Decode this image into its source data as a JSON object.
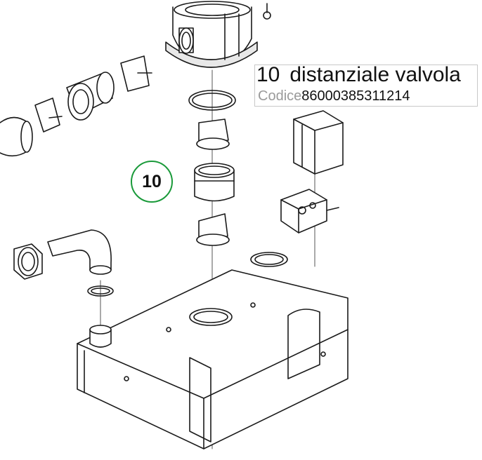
{
  "part": {
    "number": "10",
    "name": "distanziale valvola",
    "code_label": "Codice",
    "code_value": "86000385311214"
  },
  "callout": {
    "label": "10",
    "color": "#1a9a3a"
  },
  "drawing_parts": [
    "valve-body",
    "union-nut",
    "valve-flap",
    "o-ring",
    "valve-spacer",
    "elbow-pipe",
    "switch-cover",
    "float-switch",
    "tank"
  ]
}
